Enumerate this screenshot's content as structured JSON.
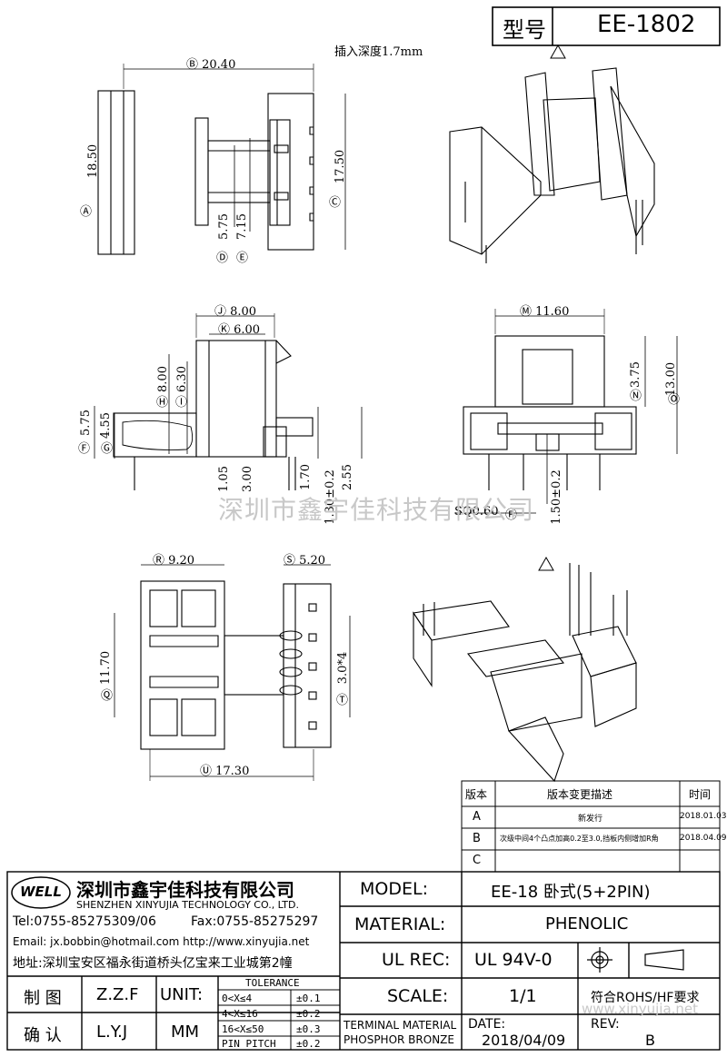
{
  "header": {
    "model_label": "型号",
    "model_value": "EE-1802"
  },
  "insert_depth_note": "插入深度1.7mm",
  "dimensions": {
    "B": "Ⓑ 20.40",
    "A": "18.50",
    "C": "17.50",
    "D": "5.75",
    "E": "7.15",
    "J": "Ⓙ 8.00",
    "K": "Ⓚ 6.00",
    "H": "8.00",
    "I": "6.30",
    "F": "5.75",
    "G": "4.55",
    "d105": "1.05",
    "d300": "3.00",
    "d170": "1.70",
    "d130": "1.30±0.2",
    "d255": "2.55",
    "M": "Ⓜ 11.60",
    "N": "3.75",
    "O": "13.00",
    "d150": "1.50±0.2",
    "sq": "SQ0.60",
    "R": "Ⓡ 9.20",
    "S": "Ⓢ 5.20",
    "Q": "11.70",
    "T": "3.0*4",
    "U": "Ⓤ 17.30"
  },
  "circle_labels": {
    "A": "Ⓐ",
    "C": "Ⓒ",
    "D": "Ⓓ",
    "E": "Ⓔ",
    "H": "Ⓗ",
    "I": "Ⓘ",
    "F": "Ⓕ",
    "G": "Ⓖ",
    "P": "Ⓟ",
    "N": "Ⓝ",
    "O": "Ⓞ",
    "Q": "Ⓠ",
    "T": "Ⓣ"
  },
  "watermark": "深圳市鑫宇佳科技有限公司",
  "watermark_url": "www.xinyujia.net",
  "revisions": {
    "headers": [
      "版本",
      "版本变更描述",
      "时间"
    ],
    "rows": [
      {
        "rev": "A",
        "desc": "新发行",
        "date": "2018.01.03"
      },
      {
        "rev": "B",
        "desc": "次级中间4个凸点加高0.2至3.0,挡板内侧增加R角",
        "date": "2018.04.09"
      },
      {
        "rev": "C",
        "desc": "",
        "date": ""
      }
    ]
  },
  "company": {
    "logo_text": "WELL",
    "name_cn": "深圳市鑫宇佳科技有限公司",
    "name_en": "SHENZHEN XINYUJIA TECHNOLOGY CO., LTD.",
    "tel": "Tel:0755-85275309/06",
    "fax": "Fax:0755-85275297",
    "email": "Email: jx.bobbin@hotmail.com http://www.xinyujia.net",
    "address": "地址:深圳宝安区福永街道桥头亿宝来工业城第2幢"
  },
  "title_block": {
    "model_label": "MODEL:",
    "model_value": "EE-18 卧式(5+2PIN)",
    "material_label": "MATERIAL:",
    "material_value": "PHENOLIC",
    "ulrec_label": "UL REC:",
    "ulrec_value": "UL 94V-0",
    "scale_label": "SCALE:",
    "scale_value": "1/1",
    "rohs": "符合ROHS/HF要求",
    "terminal_1": "TERMINAL MATERIAL",
    "terminal_2": "PHOSPHOR BRONZE",
    "date_label": "DATE:",
    "date_value": "2018/04/09",
    "rev_label": "REV:",
    "rev_value": "B",
    "drawn_label": "制 图",
    "drawn_value": "Z.Z.F",
    "check_label": "确 认",
    "check_value": "L.Y.J",
    "unit_label": "UNIT:",
    "unit_value": "MM",
    "tolerance_title": "TOLERANCE",
    "tol_rows": [
      {
        "range": "0<X≤4",
        "tol": "±0.1"
      },
      {
        "range": "4<X≤16",
        "tol": "±0.2"
      },
      {
        "range": "16<X≤50",
        "tol": "±0.3"
      },
      {
        "range": "PIN PITCH",
        "tol": "±0.2"
      }
    ]
  }
}
